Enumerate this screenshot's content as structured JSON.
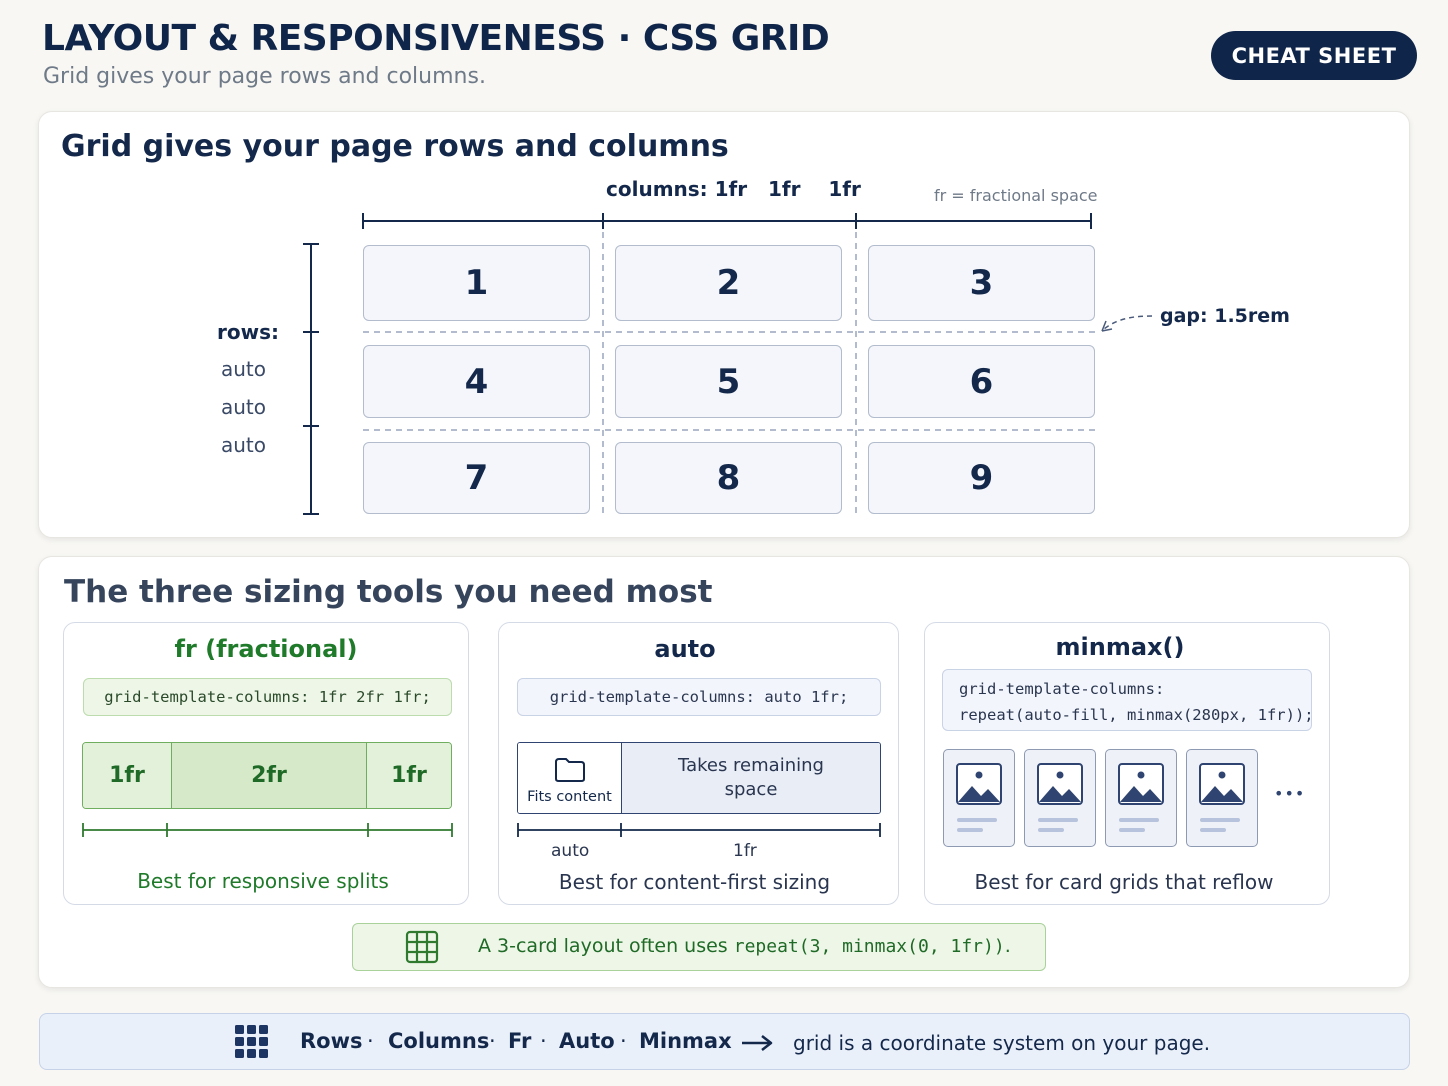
{
  "header": {
    "title": "LAYOUT & RESPONSIVENESS · CSS GRID",
    "subtitle": "Grid gives your page rows and columns.",
    "badge": "CHEAT SHEET"
  },
  "grid_panel": {
    "title": "Grid gives your page rows and columns",
    "columns_label": "columns: 1fr   1fr    1fr",
    "fr_note": "fr = fractional space",
    "rows_label": "rows:",
    "row_sizes": [
      "auto",
      "auto",
      "auto"
    ],
    "gap_label": "gap: 1.5rem",
    "cells": [
      "1",
      "2",
      "3",
      "4",
      "5",
      "6",
      "7",
      "8",
      "9"
    ]
  },
  "sizing": {
    "title": "The three sizing tools you need most",
    "fr": {
      "heading": "fr (fractional)",
      "code": "grid-template-columns: 1fr 2fr 1fr;",
      "segments": [
        "1fr",
        "2fr",
        "1fr"
      ],
      "caption": "Best for responsive splits"
    },
    "auto": {
      "heading": "auto",
      "code": "grid-template-columns: auto 1fr;",
      "fit_label": "Fits content",
      "rest_label": "Takes remaining space",
      "axis_auto": "auto",
      "axis_fr": "1fr",
      "caption": "Best for content-first sizing"
    },
    "minmax": {
      "heading": "minmax()",
      "code_line1": "grid-template-columns:",
      "code_line2": "repeat(auto-fill, minmax(280px, 1fr));",
      "more": "•••",
      "caption": "Best for card grids that reflow"
    },
    "tip": {
      "prefix": "A 3-card layout often uses ",
      "code": "repeat(3, minmax(0, 1fr))",
      "suffix": "."
    }
  },
  "footer": {
    "items": [
      "Rows",
      "Columns",
      "Fr",
      "Auto",
      "Minmax"
    ],
    "separator": "·",
    "tail": "grid is a coordinate system on your page."
  },
  "icons": {
    "folder": "folder-icon",
    "grid": "grid-icon",
    "apps": "apps-grid-icon",
    "arrow": "arrow-right-icon",
    "image": "image-placeholder-icon"
  },
  "colors": {
    "navy": "#0f2549",
    "green": "#1f7a2a",
    "green_fill": "#e3f0da",
    "blue_fill": "#e8edf6"
  }
}
